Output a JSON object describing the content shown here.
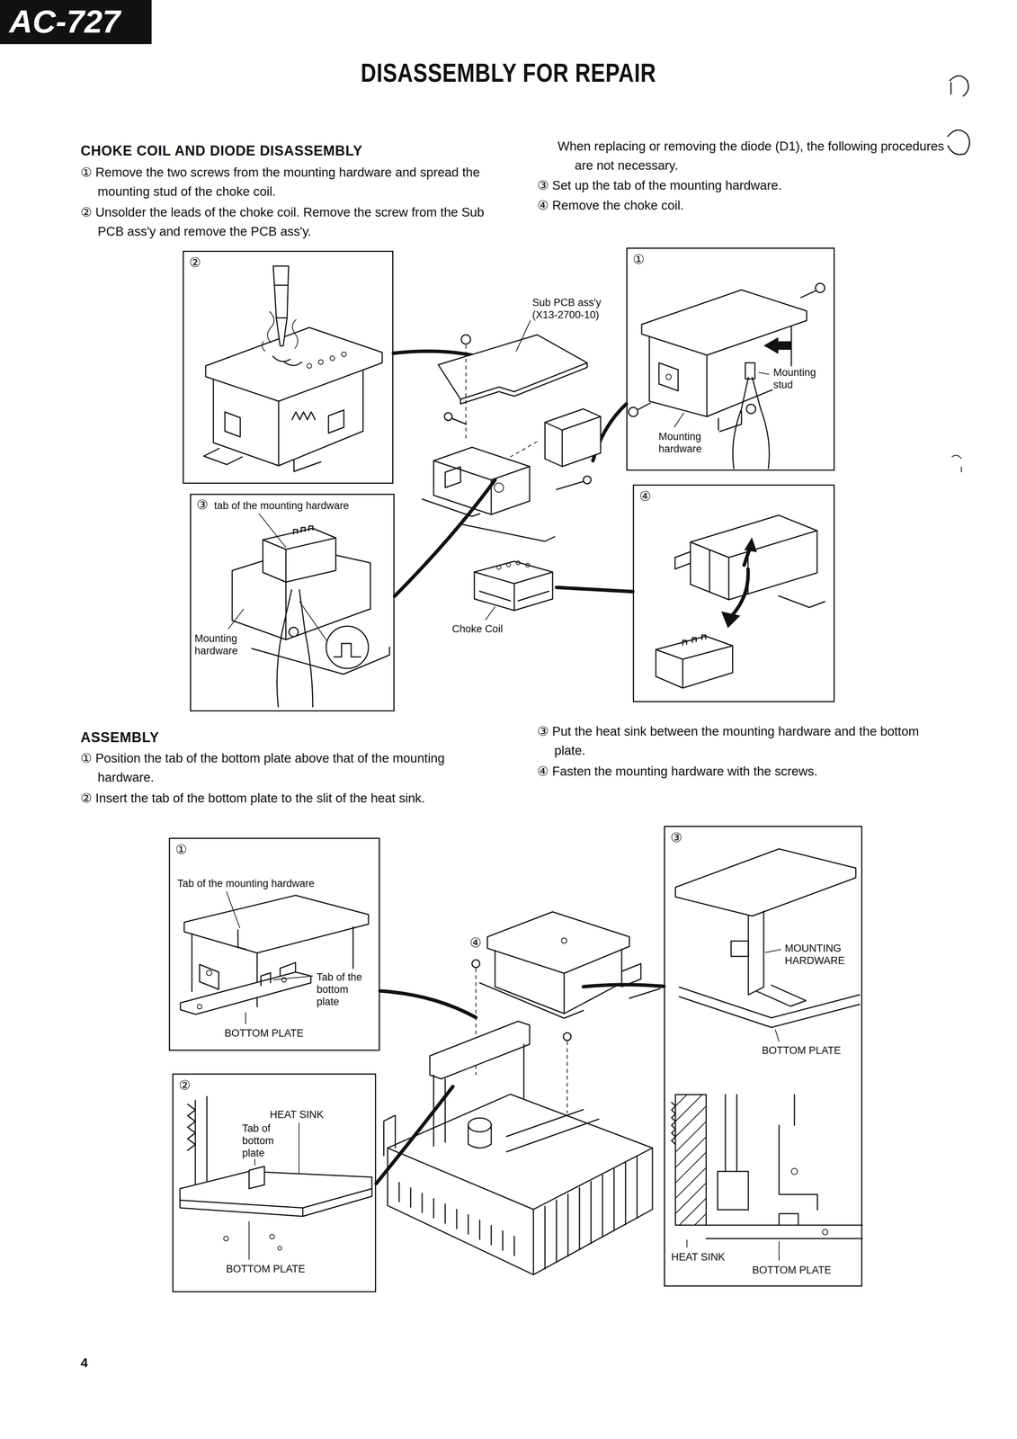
{
  "diagram": {
    "title": "DISASSEMBLY FOR REPAIR",
    "nodes": [
      {
        "text": [
          "AC-727"
        ]
      },
      {
        "text": [
          "②"
        ]
      },
      {
        "text": [
          "①",
          "Mounting stud",
          "Mounting hardware"
        ]
      },
      {
        "text": [
          "③",
          "tab of the mounting hardware",
          "Mounting hardware"
        ]
      },
      {
        "text": [
          "④"
        ]
      },
      {
        "text": [
          "①",
          "Tab of the mounting hardware",
          "Tab of the bottom plate",
          "BOTTOM PLATE"
        ]
      },
      {
        "text": [
          "②",
          "HEAT SINK",
          "Tab of bottom plate",
          "BOTTOM PLATE"
        ]
      },
      {
        "text": [
          "③",
          "MOUNTING HARDWARE",
          "BOTTOM PLATE",
          "HEAT SINK",
          "BOTTOM PLATE"
        ]
      }
    ],
    "labels": [
      "CHOKE COIL AND DIODE DISASSEMBLY",
      "① Remove the two screws from the mounting hardware and spread the mounting stud of the choke coil.",
      "② Unsolder the leads of the choke coil. Remove the screw from the Sub PCB ass'y and remove the PCB ass'y.",
      "When replacing or removing the diode (D1), the following procedures are not necessary.",
      "③ Set up the tab of the mounting hardware.",
      "④ Remove the choke coil.",
      "Sub PCB ass'y (X13-2700-10)",
      "Choke Coil",
      "ASSEMBLY",
      "① Position the tab of the bottom plate above that of the mounting hardware.",
      "② Insert the tab of the bottom plate to the slit of the heat sink.",
      "③ Put the heat sink between the mounting hardware and the bottom plate.",
      "④ Fasten the mounting hardware with the screws.",
      "④",
      "4"
    ]
  }
}
